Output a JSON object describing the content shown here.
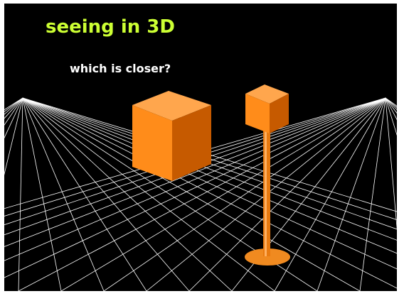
{
  "slide": {
    "title": "seeing in 3D",
    "subtitle": "which is closer?"
  },
  "colors": {
    "background": "#000000",
    "title": "#ccff33",
    "subtitle": "#ffffff",
    "grid": "#ffffff",
    "box_top": "#ffa64d",
    "box_front": "#ff8c1a",
    "box_side": "#c65a00",
    "pole": "#e87a10",
    "base": "#f08a20"
  },
  "scene": {
    "objects": [
      "near-cube",
      "pole-cube"
    ]
  }
}
